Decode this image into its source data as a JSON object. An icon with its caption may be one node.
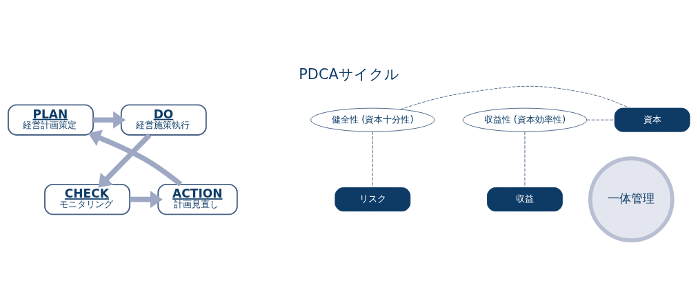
{
  "diagram": {
    "title": "PDCAサイクル",
    "nodes": [
      {
        "text": [
          "PLAN",
          "経営計画策定"
        ]
      },
      {
        "text": [
          "DO",
          "経営施策執行"
        ]
      },
      {
        "text": [
          "資本"
        ]
      },
      {
        "text": [
          "健全性 (資本十分性)"
        ]
      },
      {
        "text": [
          "収益性 (資本効率性)"
        ]
      },
      {
        "text": [
          "一体管理"
        ]
      },
      {
        "text": [
          "リスク"
        ]
      },
      {
        "text": [
          "収益"
        ]
      },
      {
        "text": [
          "ACTION",
          "計画見直し"
        ]
      },
      {
        "text": [
          "CHECK",
          "モニタリング"
        ]
      }
    ],
    "edges": [
      {
        "from": 0,
        "to": 1,
        "arrow": "to",
        "style": "thick",
        "color": "#9ea8c4"
      },
      {
        "from": 1,
        "to": 9,
        "arrow": "to",
        "style": "thick",
        "color": "#9ea8c4"
      },
      {
        "from": 9,
        "to": 8,
        "arrow": "to",
        "style": "thick",
        "color": "#9ea8c4"
      },
      {
        "from": 8,
        "to": 0,
        "arrow": "to",
        "style": "thick",
        "color": "#9ea8c4"
      },
      {
        "from": 3,
        "to": 2,
        "arrow": "none",
        "style": "dashed"
      },
      {
        "from": 3,
        "to": 6,
        "arrow": "none",
        "style": "dashed"
      },
      {
        "from": 4,
        "to": 2,
        "arrow": "none",
        "style": "dashed"
      },
      {
        "from": 4,
        "to": 7,
        "arrow": "none",
        "style": "dashed"
      }
    ]
  }
}
